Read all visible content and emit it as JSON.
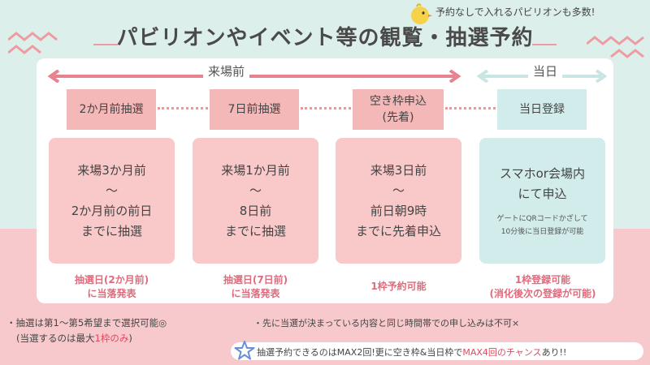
{
  "title": "パビリオンやイベント等の観覧・抽選予約",
  "top_note": "予約なしで入れるパビリオンも多数!",
  "phases": {
    "before": "来場前",
    "day": "当日"
  },
  "stages": [
    {
      "label": "2か月前抽選"
    },
    {
      "label": "7日前抽選"
    },
    {
      "label": "空き枠申込",
      "sub": "(先着)"
    },
    {
      "label": "当日登録"
    }
  ],
  "cards": [
    {
      "line1": "来場3か月前",
      "line2": "～",
      "line3": "2か月前の前日",
      "line4": "までに抽選"
    },
    {
      "line1": "来場1か月前",
      "line2": "～",
      "line3": "8日前",
      "line4": "までに抽選"
    },
    {
      "line1": "来場3日前",
      "line2": "～",
      "line3": "前日朝9時",
      "line4": "までに先着申込"
    },
    {
      "line1": "スマホor会場内",
      "line2": "にて申込",
      "small1": "ゲートにQRコードかざして",
      "small2": "10分後に当日登録が可能"
    }
  ],
  "results": [
    {
      "line1": "抽選日(2か月前)",
      "line2": "に当落発表"
    },
    {
      "line1": "抽選日(7日前)",
      "line2": "に当落発表"
    },
    {
      "line1": "1枠予約可能"
    },
    {
      "line1": "1枠登録可能",
      "line2": "(消化後次の登録が可能)"
    }
  ],
  "footnotes": {
    "left1": "・抽選は第1～第5希望まで選択可能◎",
    "left2_a": "(当選するのは最大",
    "left2_em": "1枠のみ",
    "left2_b": ")",
    "right1": "・先に当選が決まっている内容と同じ時間帯での申し込みは不可×",
    "bottom_a": "抽選予約できるのはMAX2回!更に空き枠&当日枠で",
    "bottom_em": "MAX4回のチャンス",
    "bottom_b": "あり!!"
  },
  "colors": {
    "accent_pink": "#e06b7d",
    "arrow_pink": "#e7838e",
    "arrow_blue": "#c9e6e4",
    "background_mint": "#dcefea",
    "background_pink": "#f7c9cc"
  }
}
